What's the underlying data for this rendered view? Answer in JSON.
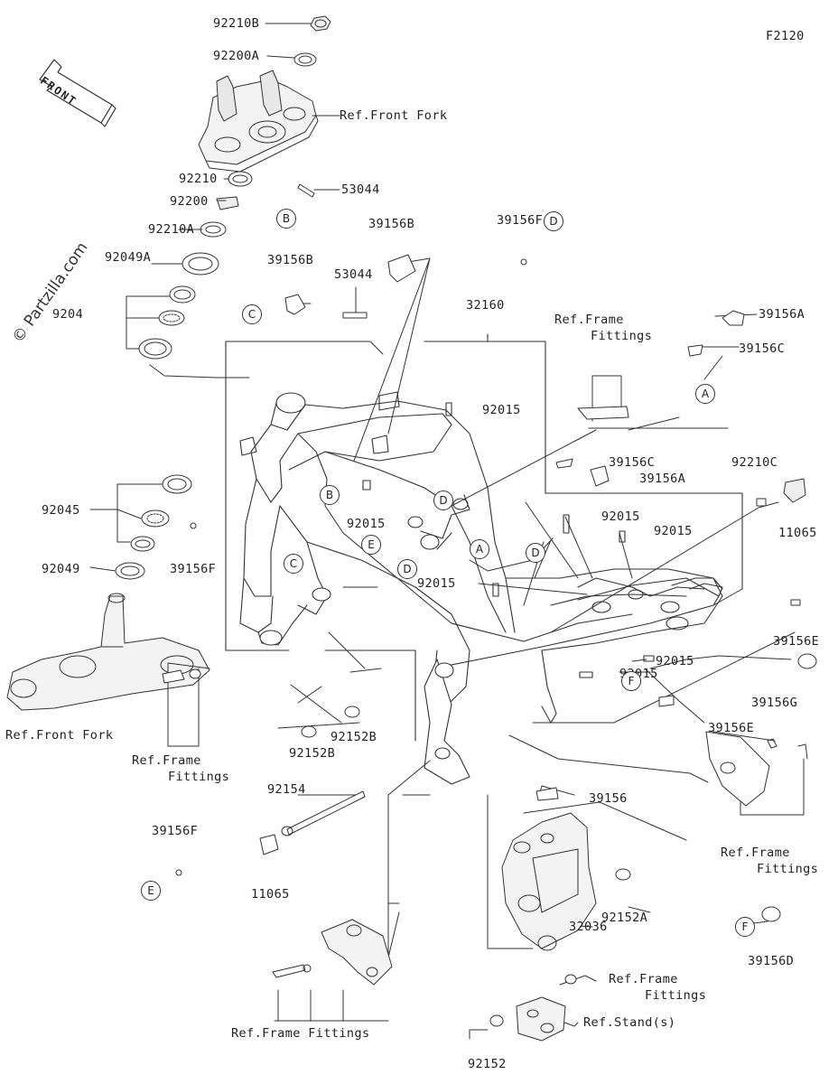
{
  "diagram_code": "F2120",
  "watermark": "© Partzilla.com",
  "front_arrow": "FRONT",
  "labels": {
    "p92210B": "92210B",
    "p92200A": "92200A",
    "ref_front_fork_top": "Ref.Front Fork",
    "p92210": "92210",
    "p53044_top": "53044",
    "p92200": "92200",
    "p92210A": "92210A",
    "p92049A": "92049A",
    "p92049_partial": "9204",
    "p39156B_top": "39156B",
    "p39156B_left": "39156B",
    "p53044_mid": "53044",
    "p39156F_top": "39156F",
    "p32160": "32160",
    "ref_frame_fittings_top_1": "Ref.Frame",
    "ref_frame_fittings_top_2": "Fittings",
    "p39156A_top": "39156A",
    "p39156C_top": "39156C",
    "p92015_top": "92015",
    "p39156C_mid": "39156C",
    "p39156A_mid": "39156A",
    "p92210C": "92210C",
    "p11065_right": "11065",
    "p92045": "92045",
    "p39156F_left": "39156F",
    "p92015_left": "92015",
    "p92015_midA": "92015",
    "p92015_midB": "92015",
    "p92049": "92049",
    "p92015_midC": "92015",
    "p39156E_right": "39156E",
    "p92015_right": "92015",
    "p92015_low": "92015",
    "p39156G": "39156G",
    "ref_front_fork_bottom": "Ref.Front Fork",
    "p39156E_low": "39156E",
    "ref_frame_fittings_left_1": "Ref.Frame",
    "ref_frame_fittings_left_2": "Fittings",
    "p92152B_a": "92152B",
    "p92152B_b": "92152B",
    "p39156": "39156",
    "p92154": "92154",
    "ref_frame_fittings_right_1": "Ref.Frame",
    "ref_frame_fittings_right_2": "Fittings",
    "p39156F_low": "39156F",
    "p92152A": "92152A",
    "p11065_low": "11065",
    "p39156D": "39156D",
    "p32036": "32036",
    "ref_frame_fittings_bottom_1": "Ref.Frame",
    "ref_frame_fittings_bottom_2": "Fittings",
    "ref_stands": "Ref.Stand(s)",
    "ref_frame_fittings_bottom_left": "Ref.Frame Fittings",
    "p92152": "92152"
  },
  "callouts": {
    "B": "B",
    "C": "C",
    "D": "D",
    "E": "E",
    "F": "F",
    "A": "A"
  },
  "colors": {
    "line": "#333333",
    "part_fill": "#f2f2f2",
    "background": "#ffffff"
  }
}
